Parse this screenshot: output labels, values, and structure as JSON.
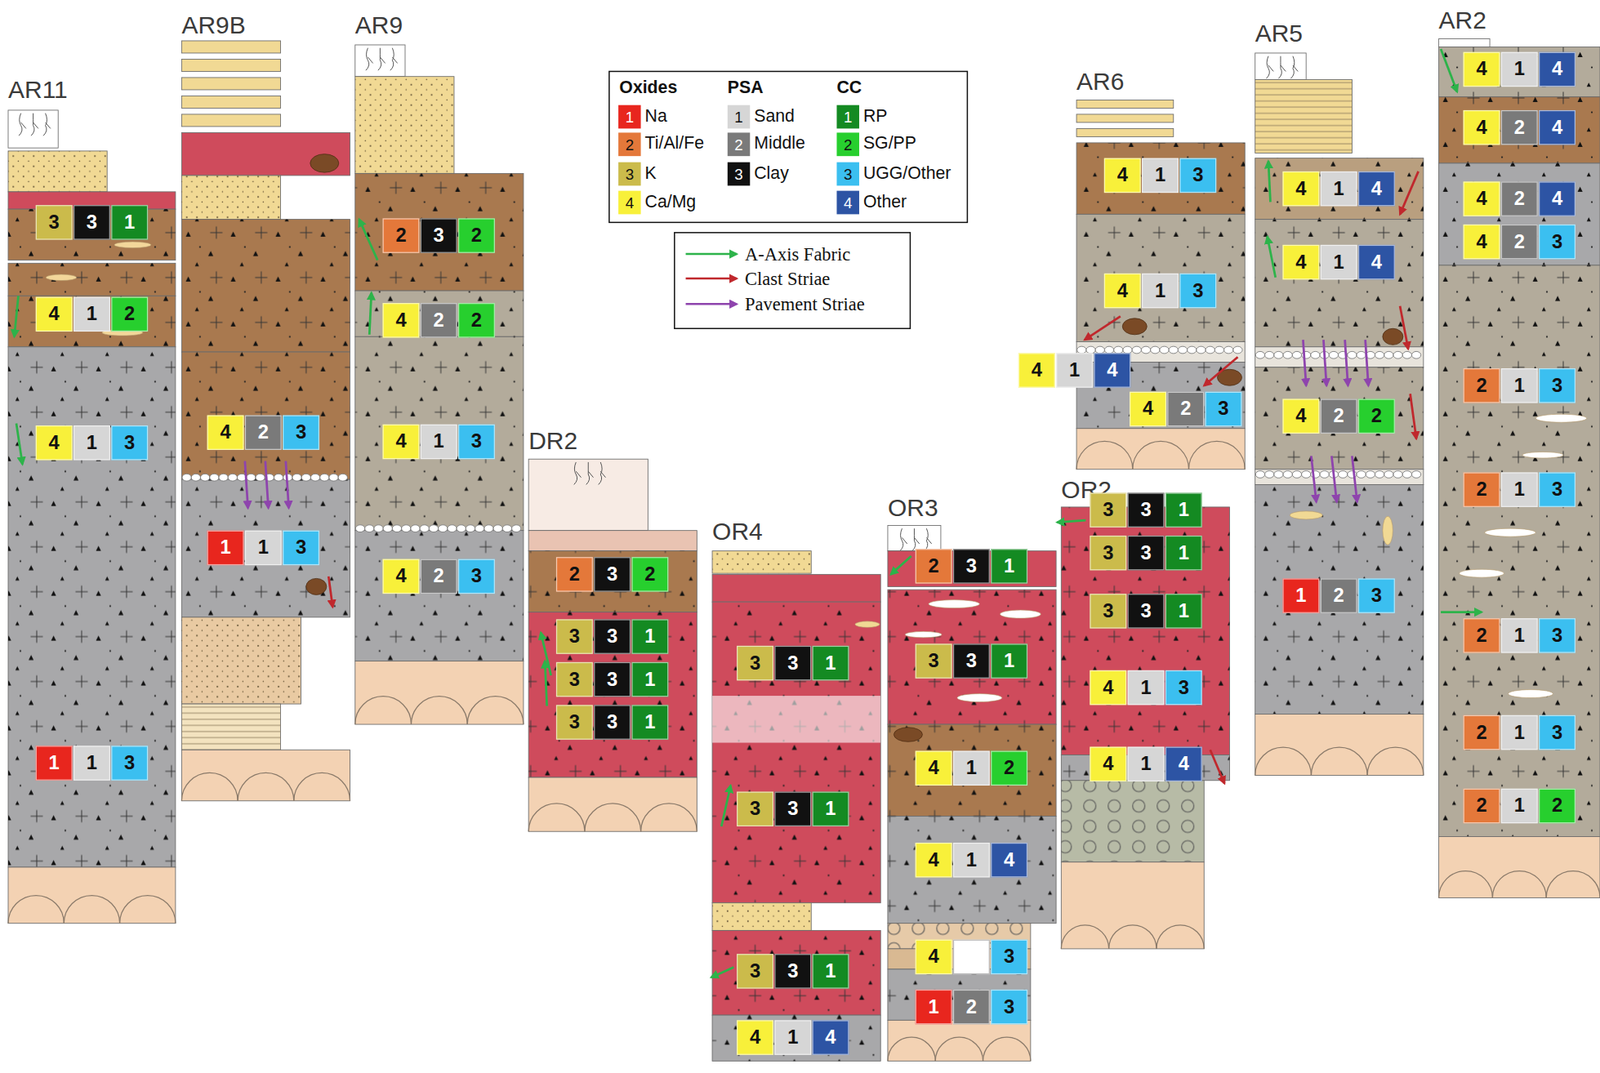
{
  "diagram": {
    "nodes": [
      {
        "text": [
          "AR11"
        ]
      },
      {
        "text": [
          "3",
          "3",
          "1"
        ],
        "in": 0
      },
      {
        "text": [
          "4",
          "1",
          "2"
        ],
        "in": 0
      },
      {
        "text": [
          "4",
          "1",
          "3"
        ],
        "in": 0
      },
      {
        "text": [
          "1",
          "1",
          "3"
        ],
        "in": 0
      },
      {
        "text": [
          "AR9B"
        ]
      },
      {
        "text": [
          "4",
          "2",
          "3"
        ],
        "in": 5
      },
      {
        "text": [
          "1",
          "1",
          "3"
        ],
        "in": 5
      },
      {
        "text": [
          "AR9"
        ]
      },
      {
        "text": [
          "2",
          "3",
          "2"
        ],
        "in": 8
      },
      {
        "text": [
          "4",
          "2",
          "2"
        ],
        "in": 8
      },
      {
        "text": [
          "4",
          "1",
          "3"
        ],
        "in": 8
      },
      {
        "text": [
          "4",
          "2",
          "3"
        ],
        "in": 8
      },
      {
        "text": [
          "DR2"
        ]
      },
      {
        "text": [
          "2",
          "3",
          "2"
        ],
        "in": 13
      },
      {
        "text": [
          "3",
          "3",
          "1"
        ],
        "in": 13
      },
      {
        "text": [
          "3",
          "3",
          "1"
        ],
        "in": 13
      },
      {
        "text": [
          "3",
          "3",
          "1"
        ],
        "in": 13
      },
      {
        "text": [
          "OR4"
        ]
      },
      {
        "text": [
          "3",
          "3",
          "1"
        ],
        "in": 18
      },
      {
        "text": [
          "3",
          "3",
          "1"
        ],
        "in": 18
      },
      {
        "text": [
          "3",
          "3",
          "1"
        ],
        "in": 18
      },
      {
        "text": [
          "4",
          "1",
          "4"
        ],
        "in": 18
      },
      {
        "text": [
          "OR3"
        ]
      },
      {
        "text": [
          "2",
          "3",
          "1"
        ],
        "in": 23
      },
      {
        "text": [
          "3",
          "3",
          "1"
        ],
        "in": 23
      },
      {
        "text": [
          "4",
          "1",
          "2"
        ],
        "in": 23
      },
      {
        "text": [
          "4",
          "1",
          "4"
        ],
        "in": 23
      },
      {
        "text": [
          "4",
          "3"
        ],
        "in": 23
      },
      {
        "text": [
          "1",
          "2",
          "3"
        ],
        "in": 23
      },
      {
        "text": [
          "OR2"
        ]
      },
      {
        "text": [
          "3",
          "3",
          "1"
        ],
        "in": 30
      },
      {
        "text": [
          "3",
          "3",
          "1"
        ],
        "in": 30
      },
      {
        "text": [
          "3",
          "3",
          "1"
        ],
        "in": 30
      },
      {
        "text": [
          "4",
          "1",
          "3"
        ],
        "in": 30
      },
      {
        "text": [
          "4",
          "1",
          "4"
        ],
        "in": 30
      },
      {
        "text": [
          "AR6"
        ]
      },
      {
        "text": [
          "4",
          "1",
          "3"
        ],
        "in": 36
      },
      {
        "text": [
          "4",
          "1",
          "3"
        ],
        "in": 36
      },
      {
        "text": [
          "4",
          "1",
          "4"
        ],
        "in": 36
      },
      {
        "text": [
          "4",
          "2",
          "3"
        ],
        "in": 36
      },
      {
        "text": [
          "AR5"
        ]
      },
      {
        "text": [
          "4",
          "1",
          "4"
        ],
        "in": 41
      },
      {
        "text": [
          "4",
          "1",
          "4"
        ],
        "in": 41
      },
      {
        "text": [
          "4",
          "2",
          "2"
        ],
        "in": 41
      },
      {
        "text": [
          "1",
          "2",
          "3"
        ],
        "in": 41
      },
      {
        "text": [
          "AR2"
        ]
      },
      {
        "text": [
          "4",
          "1",
          "4"
        ],
        "in": 46
      },
      {
        "text": [
          "4",
          "2",
          "4"
        ],
        "in": 46
      },
      {
        "text": [
          "4",
          "2",
          "4"
        ],
        "in": 46
      },
      {
        "text": [
          "4",
          "2",
          "3"
        ],
        "in": 46
      },
      {
        "text": [
          "2",
          "1",
          "3"
        ],
        "in": 46
      },
      {
        "text": [
          "2",
          "1",
          "3"
        ],
        "in": 46
      },
      {
        "text": [
          "2",
          "1",
          "3"
        ],
        "in": 46
      },
      {
        "text": [
          "2",
          "1",
          "3"
        ],
        "in": 46
      },
      {
        "text": [
          "2",
          "1",
          "2"
        ],
        "in": 46
      }
    ],
    "labels": [
      "Oxides",
      "PSA",
      "CC",
      "1",
      "2",
      "3",
      "4",
      "1",
      "2",
      "3",
      "1",
      "2",
      "3",
      "4"
    ],
    "legend": [
      {
        "text": "Na",
        "color": "#e8261e"
      },
      {
        "text": "Ti/Al/Fe",
        "color": "#e4783a"
      },
      {
        "text": "K",
        "color": "#cbbb4b"
      },
      {
        "text": "Ca/Mg",
        "color": "#f8f03a"
      },
      {
        "text": "Sand",
        "color": "#d6d6d6"
      },
      {
        "text": "Middle",
        "color": "#7a7a7a"
      },
      {
        "text": "Clay",
        "color": "#111111"
      },
      {
        "text": "RP",
        "color": "#148a22"
      },
      {
        "text": "SG/PP",
        "color": "#27cf2e"
      },
      {
        "text": "UGG/Other",
        "color": "#3bbff0"
      },
      {
        "text": "Other",
        "color": "#2d54a4"
      },
      {
        "text": "A-Axis Fabric"
      },
      {
        "text": "Clast Striae"
      },
      {
        "text": "Pavement Striae"
      }
    ]
  }
}
